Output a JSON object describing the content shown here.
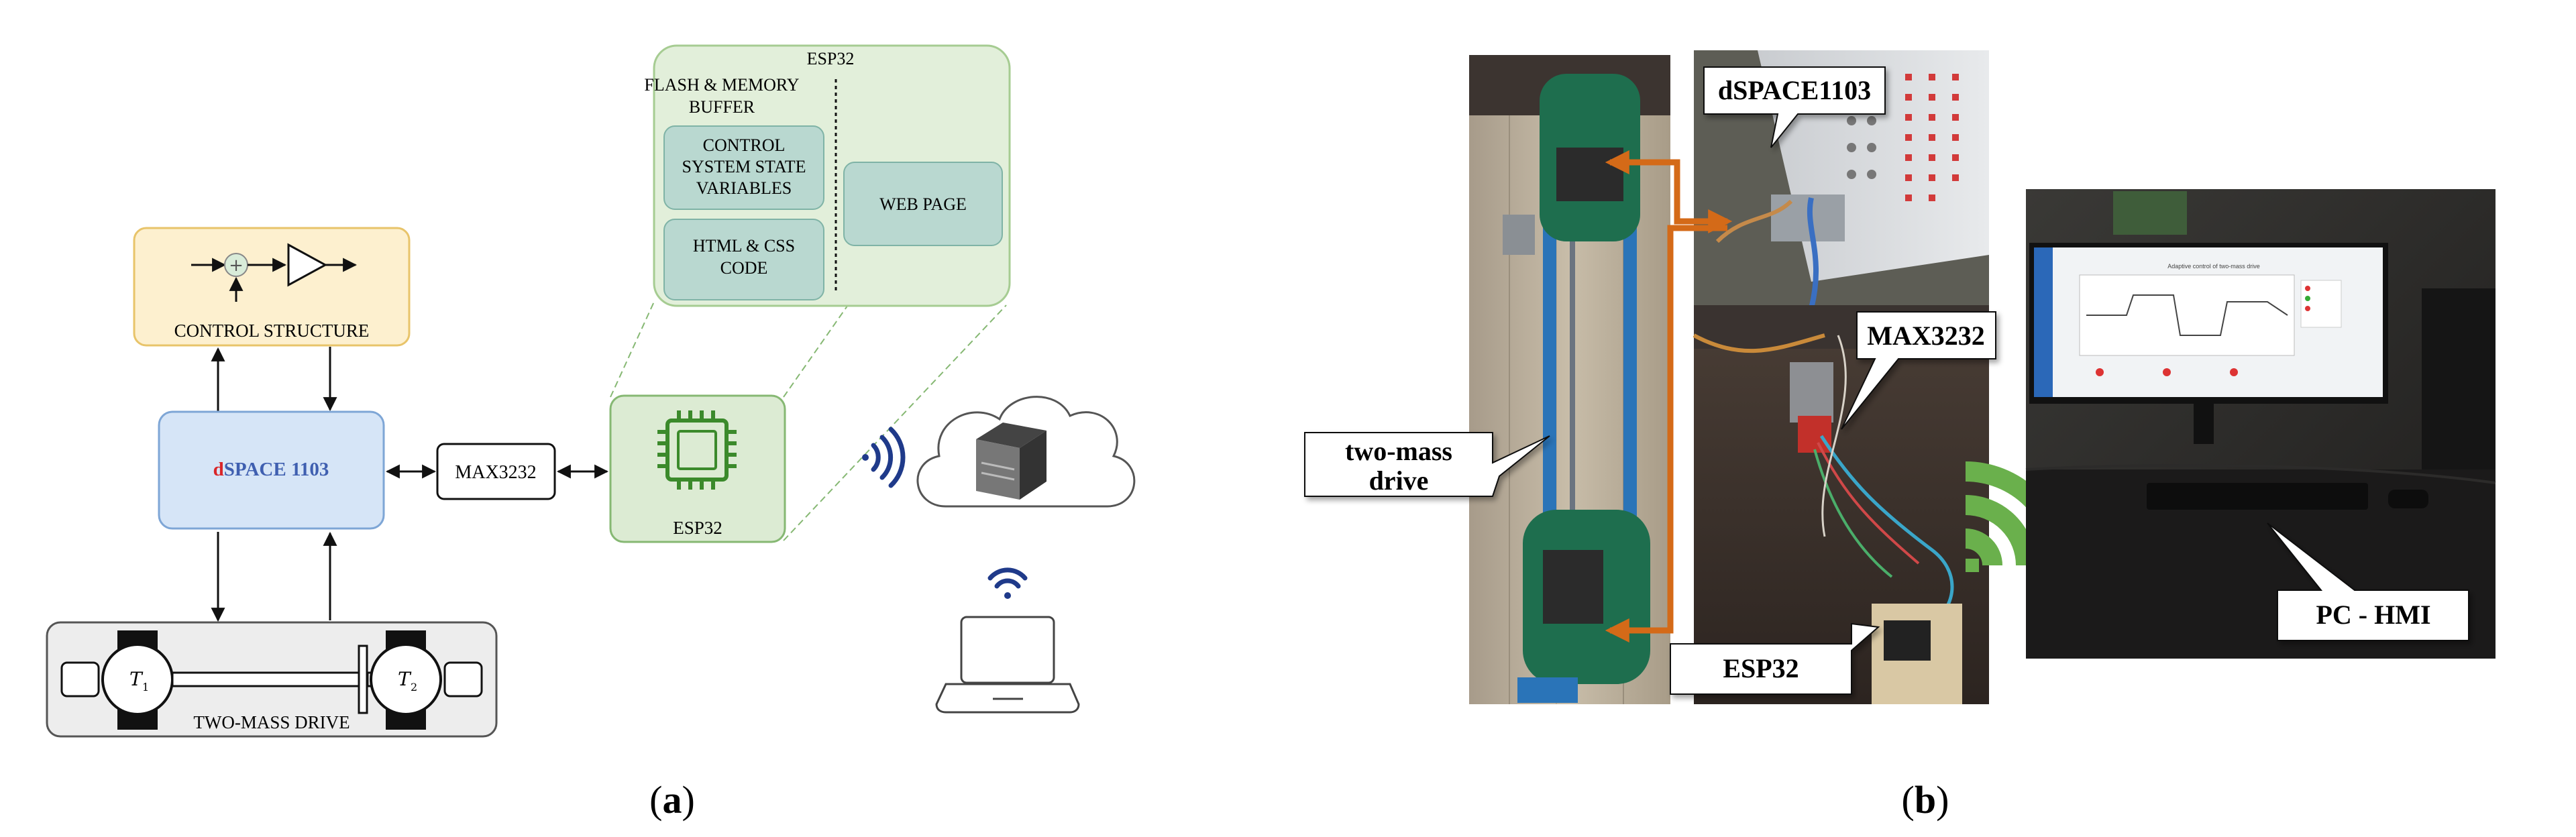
{
  "panel_a": {
    "control_structure_label": "CONTROL STRUCTURE",
    "dspace_prefix": "d",
    "dspace_rest": "SPACE 1103",
    "max3232_label": "MAX3232",
    "esp32_chip_label": "ESP32",
    "esp32_detail_title": "ESP32",
    "flash_title_line1": "FLASH & MEMORY",
    "flash_title_line2": "BUFFER",
    "state_vars_line1": "CONTROL",
    "state_vars_line2": "SYSTEM STATE",
    "state_vars_line3": "VARIABLES",
    "html_css_line1": "HTML & CSS",
    "html_css_line2": "CODE",
    "web_page_label": "WEB PAGE",
    "drive_label": "TWO-MASS DRIVE",
    "t1_label": "T",
    "t1_sub": "1",
    "t2_label": "T",
    "t2_sub": "2",
    "caption": "a"
  },
  "panel_b": {
    "dspace_callout": "dSPACE1103",
    "max3232_callout": "MAX3232",
    "drive_callout_line1": "two-mass",
    "drive_callout_line2": "drive",
    "esp32_callout": "ESP32",
    "pc_callout": "PC - HMI",
    "screen_title": "Adaptive control of two-mass drive",
    "caption": "b"
  },
  "colors": {
    "control_fill": "#fdf0cf",
    "control_stroke": "#e8c46a",
    "dspace_fill": "#d6e5f7",
    "dspace_stroke": "#7ea6d6",
    "dspace_red": "#d9262a",
    "dspace_blue": "#3f5fb0",
    "esp_fill": "#dcebd3",
    "esp_stroke": "#86b873",
    "chip_green": "#3b8a2b",
    "teal_fill": "#b9d8d0",
    "teal_stroke": "#7fb3a6",
    "wifi_navy": "#1f3a8a",
    "wifi_green": "#6ab04c",
    "orange_arrow": "#d46a18",
    "drive_fill": "#ededed"
  }
}
